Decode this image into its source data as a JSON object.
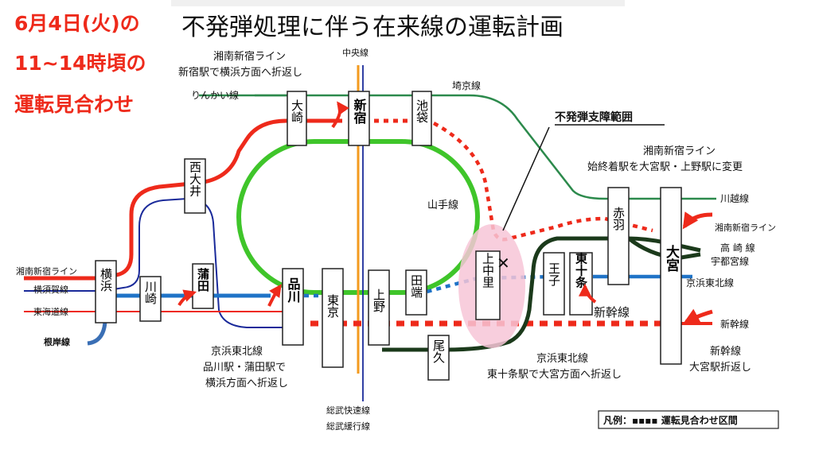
{
  "header": {
    "date_lines": [
      "6月4日(火)の",
      "11~14時頃の",
      "運転見合わせ"
    ],
    "title": "不発弾処理に伴う在来線の運転計画"
  },
  "colors": {
    "red": "#ee2a1b",
    "yamanote": "#3fc52a",
    "keihin_blue": "#1f73c7",
    "chuo": "#f39a1e",
    "sobu_navy": "#1a2a9a",
    "line_green": "#2c8a4c",
    "dark_line": "#1b3a1b",
    "bg_gray": "#f0f0f0",
    "danger_pink": "#f7c6d7"
  },
  "stations": {
    "osaki": "大崎",
    "shinjuku": "新宿",
    "ikebukuro": "池袋",
    "nishioi": "西大井",
    "yokohama": "横浜",
    "kawasaki": "川崎",
    "kamata": "蒲田",
    "shinagawa": "品川",
    "tokyo": "東京",
    "ueno": "上野",
    "tabata": "田端",
    "kaminakazato": "上中里",
    "oji": "王子",
    "higashijujo": "東十条",
    "akabane": "赤羽",
    "omiya": "大宮",
    "oku": "尾久"
  },
  "line_labels": {
    "rinkai": "りんかい線",
    "chuo": "中央線",
    "saikyo": "埼京線",
    "yamanote": "山手線",
    "kawagoe": "川越線",
    "shonan_left": "湘南新宿ライン",
    "yokosuka": "横須賀線",
    "tokaido": "東海道線",
    "negishi": "根岸線",
    "shonan_right": "湘南新宿ライン",
    "takasaki": "高 崎 線",
    "utsunomiya": "宇都宮線",
    "keihin_right": "京浜東北線",
    "shinkansen_right": "新幹線",
    "shinkansen_mid": "新幹線",
    "sobu_rapid": "総武快速線",
    "sobu_local": "総武緩行線"
  },
  "notes": {
    "shonan_top": [
      "湘南新宿ライン",
      "新宿駅で横浜方面へ折返し"
    ],
    "danger_zone": "不発弾支障範囲",
    "shonan_change": [
      "湘南新宿ライン",
      "始終着駅を大宮駅・上野駅に変更"
    ],
    "keihin_left": [
      "京浜東北線",
      "品川駅・蒲田駅で",
      "横浜方面へ折返し"
    ],
    "keihin_mid": [
      "京浜東北線",
      "東十条駅で大宮方面へ折返し"
    ],
    "shinkansen_omiya": [
      "新幹線",
      "大宮駅折返し"
    ],
    "legend": "凡例：▪▪▪▪ 運転見合わせ区間"
  }
}
